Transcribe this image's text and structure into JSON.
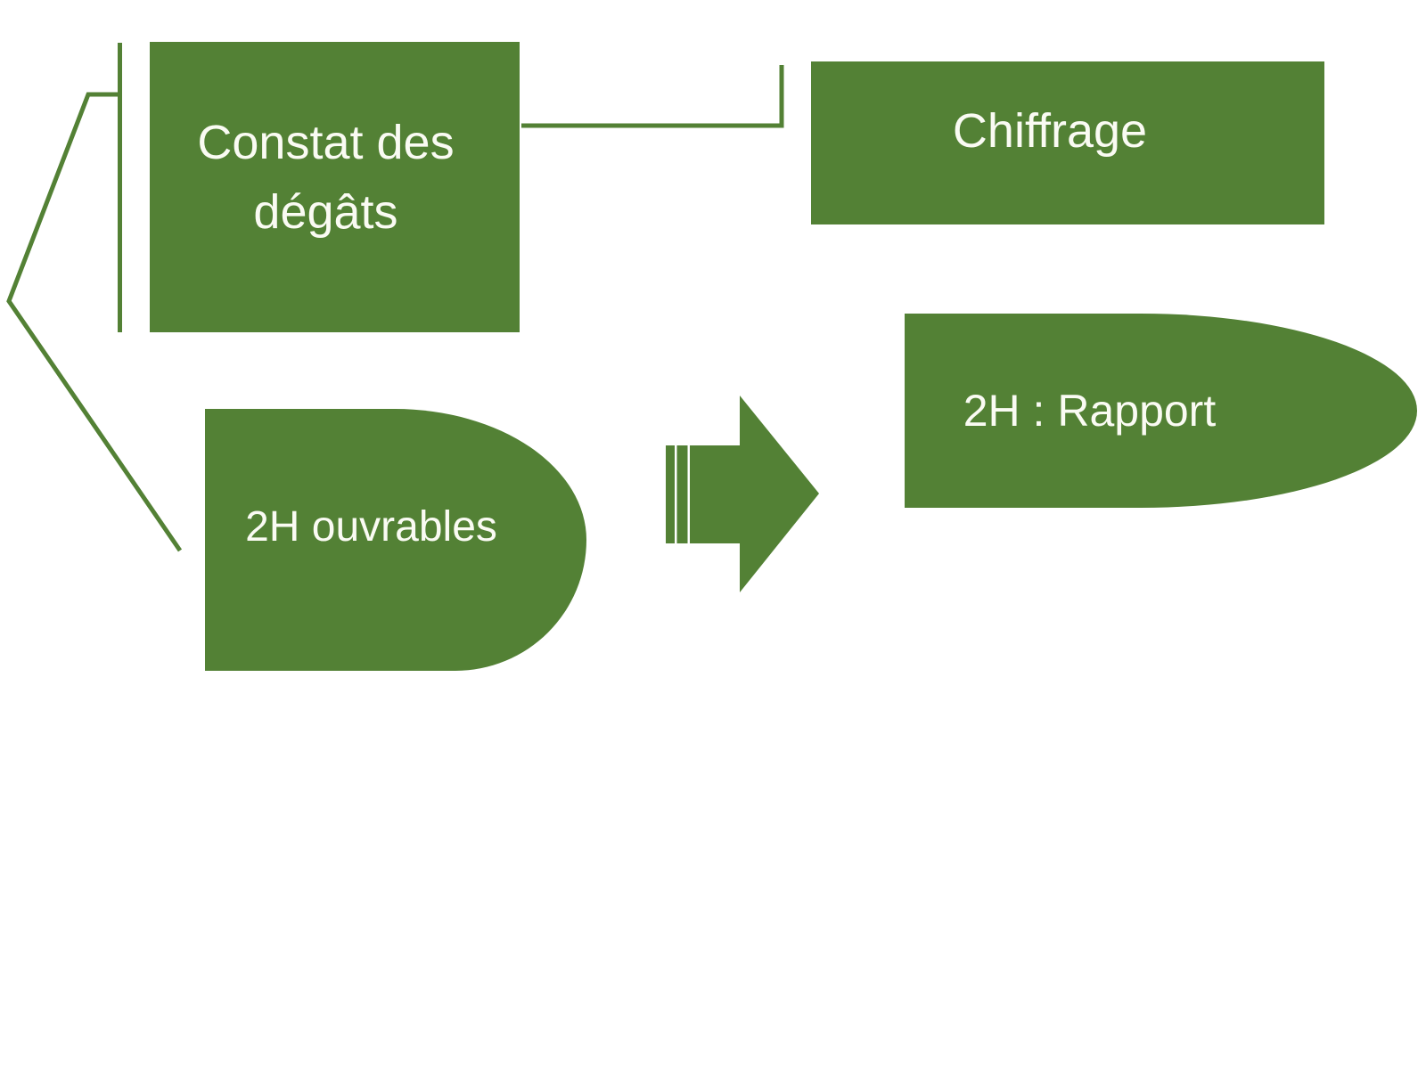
{
  "diagram": {
    "colors": {
      "background": "#ffffff",
      "shape_fill": "#538135",
      "connector_line": "#538135",
      "label_text": "#fafbf3"
    },
    "nodes": {
      "constat": {
        "label": "Constat des dégâts",
        "shape": "rectangle"
      },
      "chiffrage": {
        "label": "Chiffrage",
        "shape": "rectangle"
      },
      "ouvrables": {
        "label": "2H ouvrables",
        "shape": "round-right-rectangle"
      },
      "rapport": {
        "label": "2H : Rapport",
        "shape": "round-right-rectangle"
      }
    },
    "edges": [
      {
        "from": "constat",
        "to": "chiffrage",
        "style": "elbow-line"
      },
      {
        "from": "constat",
        "to": "ouvrables",
        "style": "angled-bracket-line"
      },
      {
        "from": "ouvrables",
        "to": "rapport",
        "style": "block-arrow-right"
      }
    ]
  }
}
